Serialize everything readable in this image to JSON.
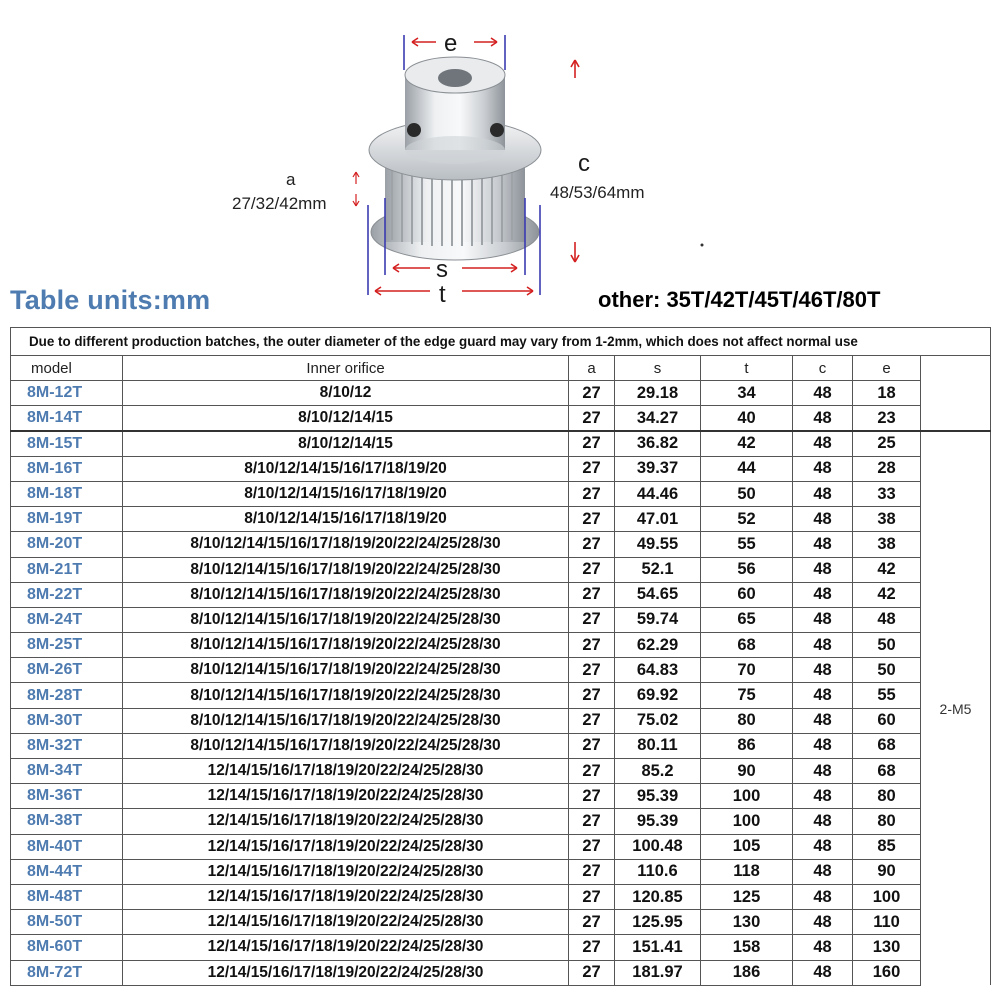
{
  "figure": {
    "label_e": "e",
    "label_c": "c",
    "label_c_sizes": "48/53/64mm",
    "label_a": "a",
    "label_a_sizes": "27/32/42mm",
    "label_s": "s",
    "label_t": "t",
    "colors": {
      "dimension_red": "#d42020",
      "dimension_blue": "#3a3ab0",
      "aluminium": "#d8dce0"
    }
  },
  "units_title": "Table units:mm",
  "other_title": "other: 35T/42T/45T/46T/80T",
  "table": {
    "note": "Due to different production batches, the outer diameter of the edge guard may vary from 1-2mm, which does not affect normal use",
    "headers": {
      "model": "model",
      "orifice": "Inner orifice",
      "a": "a",
      "s": "s",
      "t": "t",
      "c": "c",
      "e": "e"
    },
    "screw": "2-M5",
    "rows": [
      {
        "model": "8M-12T",
        "orifice": "8/10/12",
        "a": "27",
        "s": "29.18",
        "t": "34",
        "c": "48",
        "e": "18"
      },
      {
        "model": "8M-14T",
        "orifice": "8/10/12/14/15",
        "a": "27",
        "s": "34.27",
        "t": "40",
        "c": "48",
        "e": "23"
      },
      {
        "model": "8M-15T",
        "orifice": "8/10/12/14/15",
        "a": "27",
        "s": "36.82",
        "t": "42",
        "c": "48",
        "e": "25"
      },
      {
        "model": "8M-16T",
        "orifice": "8/10/12/14/15/16/17/18/19/20",
        "a": "27",
        "s": "39.37",
        "t": "44",
        "c": "48",
        "e": "28"
      },
      {
        "model": "8M-18T",
        "orifice": "8/10/12/14/15/16/17/18/19/20",
        "a": "27",
        "s": "44.46",
        "t": "50",
        "c": "48",
        "e": "33"
      },
      {
        "model": "8M-19T",
        "orifice": "8/10/12/14/15/16/17/18/19/20",
        "a": "27",
        "s": "47.01",
        "t": "52",
        "c": "48",
        "e": "38"
      },
      {
        "model": "8M-20T",
        "orifice": "8/10/12/14/15/16/17/18/19/20/22/24/25/28/30",
        "a": "27",
        "s": "49.55",
        "t": "55",
        "c": "48",
        "e": "38"
      },
      {
        "model": "8M-21T",
        "orifice": "8/10/12/14/15/16/17/18/19/20/22/24/25/28/30",
        "a": "27",
        "s": "52.1",
        "t": "56",
        "c": "48",
        "e": "42"
      },
      {
        "model": "8M-22T",
        "orifice": "8/10/12/14/15/16/17/18/19/20/22/24/25/28/30",
        "a": "27",
        "s": "54.65",
        "t": "60",
        "c": "48",
        "e": "42"
      },
      {
        "model": "8M-24T",
        "orifice": "8/10/12/14/15/16/17/18/19/20/22/24/25/28/30",
        "a": "27",
        "s": "59.74",
        "t": "65",
        "c": "48",
        "e": "48"
      },
      {
        "model": "8M-25T",
        "orifice": "8/10/12/14/15/16/17/18/19/20/22/24/25/28/30",
        "a": "27",
        "s": "62.29",
        "t": "68",
        "c": "48",
        "e": "50"
      },
      {
        "model": "8M-26T",
        "orifice": "8/10/12/14/15/16/17/18/19/20/22/24/25/28/30",
        "a": "27",
        "s": "64.83",
        "t": "70",
        "c": "48",
        "e": "50"
      },
      {
        "model": "8M-28T",
        "orifice": "8/10/12/14/15/16/17/18/19/20/22/24/25/28/30",
        "a": "27",
        "s": "69.92",
        "t": "75",
        "c": "48",
        "e": "55"
      },
      {
        "model": "8M-30T",
        "orifice": "8/10/12/14/15/16/17/18/19/20/22/24/25/28/30",
        "a": "27",
        "s": "75.02",
        "t": "80",
        "c": "48",
        "e": "60"
      },
      {
        "model": "8M-32T",
        "orifice": "8/10/12/14/15/16/17/18/19/20/22/24/25/28/30",
        "a": "27",
        "s": "80.11",
        "t": "86",
        "c": "48",
        "e": "68"
      },
      {
        "model": "8M-34T",
        "orifice": "12/14/15/16/17/18/19/20/22/24/25/28/30",
        "a": "27",
        "s": "85.2",
        "t": "90",
        "c": "48",
        "e": "68"
      },
      {
        "model": "8M-36T",
        "orifice": "12/14/15/16/17/18/19/20/22/24/25/28/30",
        "a": "27",
        "s": "95.39",
        "t": "100",
        "c": "48",
        "e": "80"
      },
      {
        "model": "8M-38T",
        "orifice": "12/14/15/16/17/18/19/20/22/24/25/28/30",
        "a": "27",
        "s": "95.39",
        "t": "100",
        "c": "48",
        "e": "80"
      },
      {
        "model": "8M-40T",
        "orifice": "12/14/15/16/17/18/19/20/22/24/25/28/30",
        "a": "27",
        "s": "100.48",
        "t": "105",
        "c": "48",
        "e": "85"
      },
      {
        "model": "8M-44T",
        "orifice": "12/14/15/16/17/18/19/20/22/24/25/28/30",
        "a": "27",
        "s": "110.6",
        "t": "118",
        "c": "48",
        "e": "90"
      },
      {
        "model": "8M-48T",
        "orifice": "12/14/15/16/17/18/19/20/22/24/25/28/30",
        "a": "27",
        "s": "120.85",
        "t": "125",
        "c": "48",
        "e": "100"
      },
      {
        "model": "8M-50T",
        "orifice": "12/14/15/16/17/18/19/20/22/24/25/28/30",
        "a": "27",
        "s": "125.95",
        "t": "130",
        "c": "48",
        "e": "110"
      },
      {
        "model": "8M-60T",
        "orifice": "12/14/15/16/17/18/19/20/22/24/25/28/30",
        "a": "27",
        "s": "151.41",
        "t": "158",
        "c": "48",
        "e": "130"
      },
      {
        "model": "8M-72T",
        "orifice": "12/14/15/16/17/18/19/20/22/24/25/28/30",
        "a": "27",
        "s": "181.97",
        "t": "186",
        "c": "48",
        "e": "160"
      }
    ]
  }
}
